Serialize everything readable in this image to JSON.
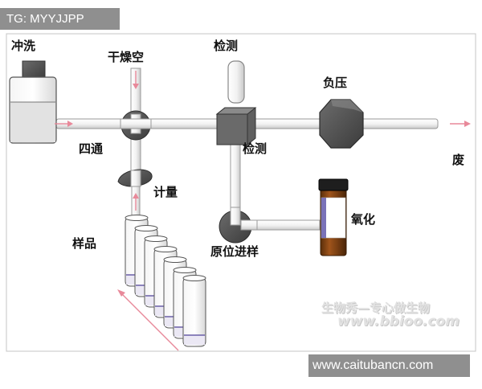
{
  "watermark": {
    "tag": "TG: MYYJJPP",
    "site_cn": "生物秀—专心做生物",
    "site_url": "www.bbioo.com",
    "bottom_url": "www.caitubancn.com"
  },
  "diagram": {
    "labels": {
      "rinse": "冲洗",
      "dry_air": "干燥空",
      "detect_top": "检测",
      "negative_pressure": "负压",
      "four_way": "四通",
      "detect_mid": "检测",
      "waste": "废",
      "metering": "计量",
      "oxidize": "氧化",
      "samples": "样品",
      "in_situ_injection": "原位进样"
    }
  }
}
